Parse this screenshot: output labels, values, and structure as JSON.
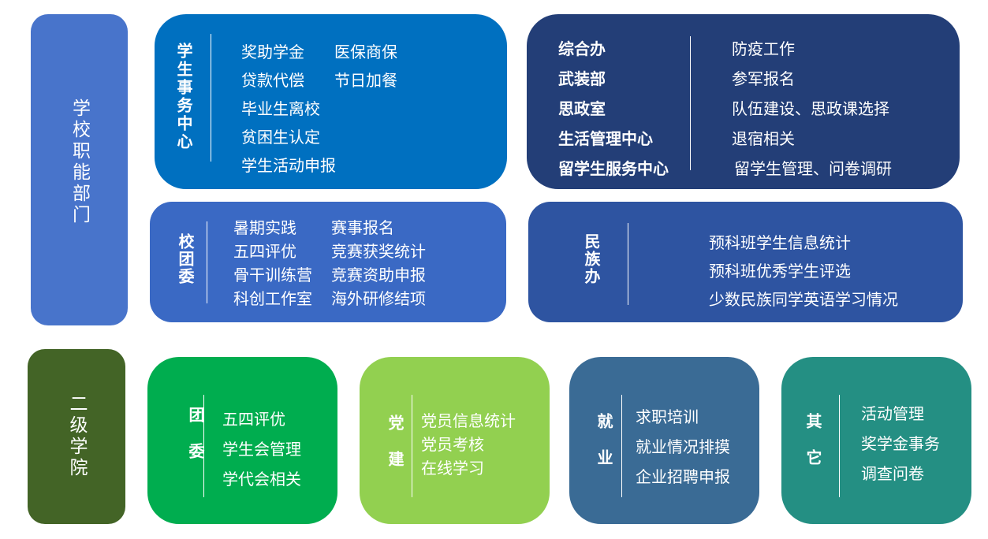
{
  "sections": {
    "school": {
      "label": "学校职能部门",
      "color": "#4874CB"
    },
    "college": {
      "label": "二级学院",
      "color": "#436426"
    }
  },
  "cards": {
    "student_affairs": {
      "title": "学生事务中心",
      "color": "#0070C0",
      "items": [
        "奖助学金",
        "医保商保",
        "贷款代偿",
        "节日加餐",
        "毕业生离校",
        "贫困生认定",
        "学生活动申报"
      ]
    },
    "offices": {
      "color": "#233E77",
      "rows": [
        {
          "dept": "综合办",
          "task": "防疫工作"
        },
        {
          "dept": "武装部",
          "task": "参军报名"
        },
        {
          "dept": "思政室",
          "task": "队伍建设、思政课选择"
        },
        {
          "dept": "生活管理中心",
          "task": "退宿相关"
        },
        {
          "dept": "留学生服务中心",
          "task": "留学生管理、问卷调研"
        }
      ]
    },
    "youth_league": {
      "title": "校团委",
      "color": "#3A69C4",
      "items": [
        "暑期实践",
        "赛事报名",
        "五四评优",
        "竞赛获奖统计",
        "骨干训练营",
        "竞赛资助申报",
        "科创工作室",
        "海外研修结项"
      ]
    },
    "ethnic": {
      "title": "民族办",
      "color": "#2E54A1",
      "items": [
        "预科班学生信息统计",
        "预科班优秀学生评选",
        "少数民族同学英语学习情况"
      ]
    },
    "college_league": {
      "title": "团委",
      "color": "#00AD4F",
      "items": [
        "五四评优",
        "学生会管理",
        "学代会相关"
      ]
    },
    "party": {
      "title": "党建",
      "color": "#92D050",
      "items": [
        "党员信息统计",
        "党员考核",
        "在线学习"
      ]
    },
    "employment": {
      "title": "就业",
      "color": "#3A6B95",
      "items": [
        "求职培训",
        "就业情况排摸",
        "企业招聘申报"
      ]
    },
    "other": {
      "title": "其它",
      "color": "#248F83",
      "items": [
        "活动管理",
        "奖学金事务",
        "调查问卷"
      ]
    }
  }
}
